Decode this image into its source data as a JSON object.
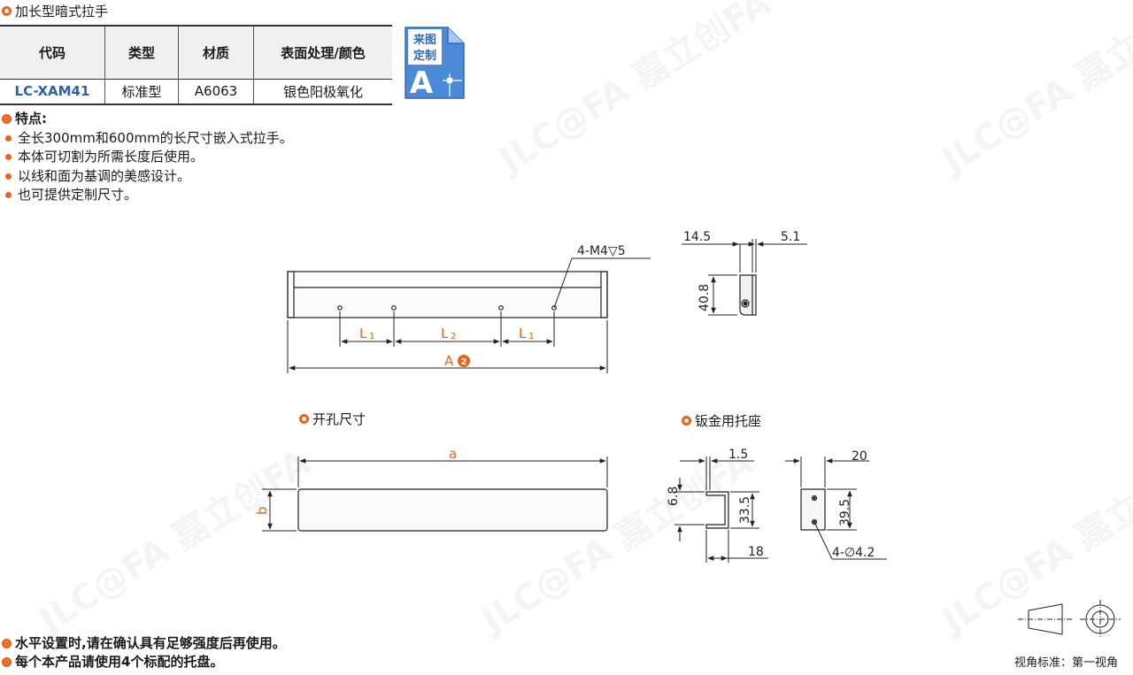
{
  "page_title": "加长型暗式拉手",
  "table": {
    "headers": [
      "代码",
      "类型",
      "材质",
      "表面处理/颜色"
    ],
    "row": [
      "LC-XAM41",
      "标准型",
      "A6063",
      "银色阳极氧化"
    ]
  },
  "badge": {
    "line1": "来图",
    "line2": "定制",
    "letter": "A",
    "color": "#3d7fc8"
  },
  "features": {
    "header": "特点:",
    "items": [
      "全长300mm和600mm的长尺寸嵌入式拉手。",
      "本体可切割为所需长度后使用。",
      "以线和面为基调的美感设计。",
      "也可提供定制尺寸。"
    ]
  },
  "main_view": {
    "hole_label": "4-M4▽5",
    "L1": "L",
    "L1_sub": "1",
    "L2": "L",
    "L2_sub": "2",
    "A": "A",
    "A_badge": "2"
  },
  "side_view": {
    "width_label": "14.5",
    "offset_label": "5.1",
    "height_label": "40.8"
  },
  "cutout": {
    "title": "开孔尺寸",
    "a_label": "a",
    "b_label": "b"
  },
  "bracket": {
    "title": "钣金用托座",
    "t_label": "1.5",
    "h1_label": "6.8",
    "h2_label": "33.5",
    "w_label": "18",
    "w2_label": "20",
    "h3_label": "39.5",
    "hole_label": "4-∅4.2"
  },
  "notes": [
    "水平设置时,请在确认具有足够强度后再使用。",
    "每个本产品请使用4个标配的托盘。"
  ],
  "projection": "视角标准：第一视角",
  "colors": {
    "accent": "#e8641c",
    "dim": "#e8641c",
    "code": "#2a63a8"
  }
}
